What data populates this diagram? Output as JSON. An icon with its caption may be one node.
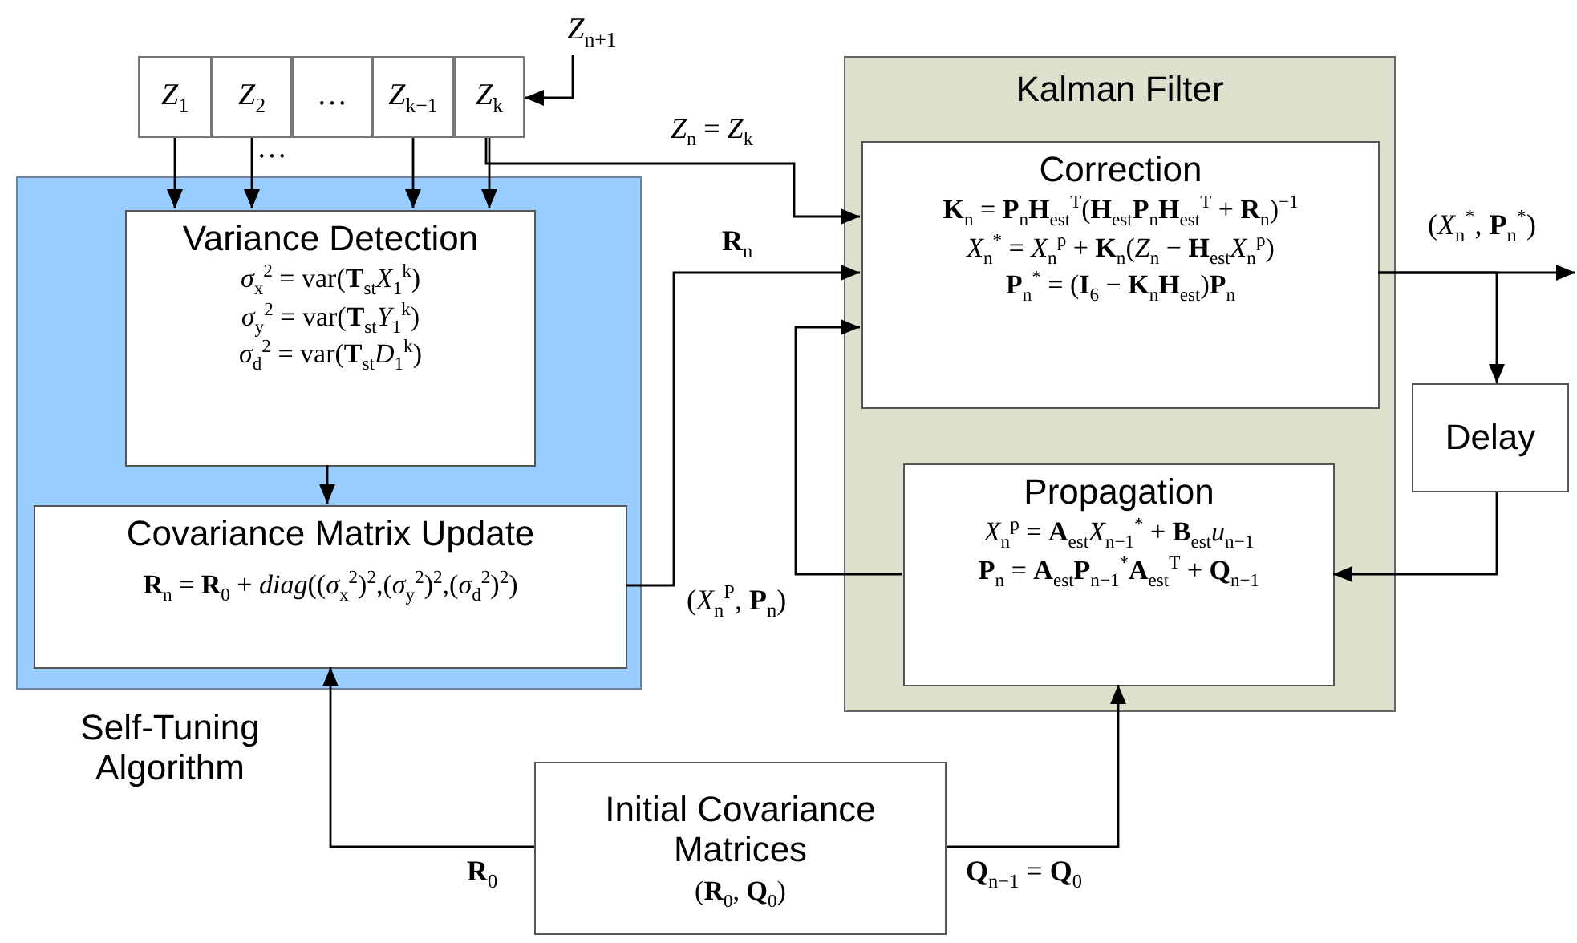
{
  "diagram": {
    "nodes": [
      {
        "text": [
          "*Z*$_{n+1}$"
        ]
      },
      {
        "text": [
          "*Z*$_{1}$"
        ]
      },
      {
        "text": [
          "*Z*$_{2}$"
        ]
      },
      {
        "text": [
          "…"
        ]
      },
      {
        "text": [
          "*Z*$_{k−1}$"
        ]
      },
      {
        "text": [
          "*Z*$_{k}$"
        ]
      },
      {
        "text": [
          "Self-Tuning Algorithm"
        ]
      },
      {
        "text": [
          "Variance Detection",
          "*σ*$_{x}$$^{2}$ = var(**T**$_{st}$*X*$_{1}$$^{k}$)",
          "*σ*$_{y}$$^{2}$ = var(**T**$_{st}$*Y*$_{1}$$^{k}$)",
          "*σ*$_{d}$$^{2}$ = var(**T**$_{st}$*D*$_{1}$$^{k}$)"
        ],
        "in": 6
      },
      {
        "text": [
          "Covariance Matrix Update",
          "**R**$_{n}$ = **R**$_{0}$ + *diag*((*σ*$_{x}$$^{2}$)$^{2}$,(*σ*$_{y}$$^{2}$)$^{2}$,(*σ*$_{d}$$^{2}$)$^{2}$)"
        ],
        "in": 6
      },
      {
        "text": [
          "Kalman Filter"
        ]
      },
      {
        "text": [
          "Correction",
          "**K**$_{n}$ = **P**$_{n}$**H**$_{est}$$^{T}$(**H**$_{est}$**P**$_{n}$**H**$_{est}$$^{T}$ + **R**$_{n}$)$^{−1}$",
          "*X*$_{n}$$^{*}$ = *X*$_{n}$$^{p}$ + **K**$_{n}$(*Z*$_{n}$ − **H**$_{est}$*X*$_{n}$$^{p}$)",
          "**P**$_{n}$$^{*}$ = (**I**$_{6}$ − **K**$_{n}$**H**$_{est}$)**P**$_{n}$"
        ],
        "in": 9
      },
      {
        "text": [
          "Propagation",
          "*X*$_{n}$$^{p}$ = **A**$_{est}$*X*$_{n−1}$$^{*}$ + **B**$_{est}$*u*$_{n−1}$",
          "**P**$_{n}$ = **A**$_{est}$**P**$_{n−1}$$^{*}$**A**$_{est}$$^{T}$ + **Q**$_{n−1}$"
        ],
        "in": 9
      },
      {
        "text": [
          "Delay"
        ]
      },
      {
        "text": [
          "Initial Covariance Matrices",
          "(**R**$_{0}$, **Q**$_{0}$)"
        ]
      }
    ],
    "edges": [
      {
        "from": 0,
        "to": 5,
        "arrow": "to"
      },
      {
        "from": 1,
        "to": 7,
        "arrow": "to"
      },
      {
        "from": 2,
        "to": 7,
        "arrow": "to"
      },
      {
        "from": 4,
        "to": 7,
        "arrow": "to"
      },
      {
        "from": 5,
        "to": 7,
        "arrow": "to"
      },
      {
        "from": 5,
        "to": 10,
        "arrow": "to",
        "label": "*Z*$_{n}$ = *Z*$_{k}$"
      },
      {
        "from": 7,
        "to": 8,
        "arrow": "to"
      },
      {
        "from": 8,
        "to": 10,
        "arrow": "to",
        "label": "**R**$_{n}$"
      },
      {
        "from": 10,
        "to": null,
        "arrow": "to",
        "label": "(*X*$_{n}$$^{*}$, **P**$_{n}$$^{*}$)"
      },
      {
        "from": 10,
        "to": 12,
        "arrow": "to"
      },
      {
        "from": 12,
        "to": 11,
        "arrow": "to"
      },
      {
        "from": 11,
        "to": 10,
        "arrow": "to",
        "label": "(*X*$_{n}$$^{P}$, **P**$_{n}$)"
      },
      {
        "from": 13,
        "to": 8,
        "arrow": "to",
        "label": "**R**$_{0}$"
      },
      {
        "from": 13,
        "to": 11,
        "arrow": "to",
        "label": "**Q**$_{n−1}$ = **Q**$_{0}$"
      }
    ],
    "labels": [
      "…"
    ]
  }
}
